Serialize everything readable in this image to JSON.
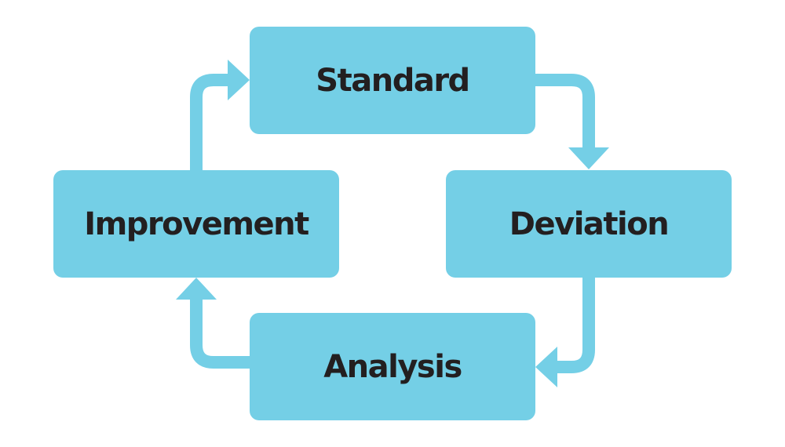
{
  "diagram": {
    "colors": {
      "box_fill": "#74cfe6",
      "connector": "#74cfe6",
      "text": "#231f20"
    },
    "nodes": {
      "standard": {
        "label": "Standard"
      },
      "deviation": {
        "label": "Deviation"
      },
      "analysis": {
        "label": "Analysis"
      },
      "improvement": {
        "label": "Improvement"
      }
    },
    "edges": [
      {
        "from": "Standard",
        "to": "Deviation"
      },
      {
        "from": "Deviation",
        "to": "Analysis"
      },
      {
        "from": "Analysis",
        "to": "Improvement"
      },
      {
        "from": "Improvement",
        "to": "Standard"
      }
    ]
  }
}
